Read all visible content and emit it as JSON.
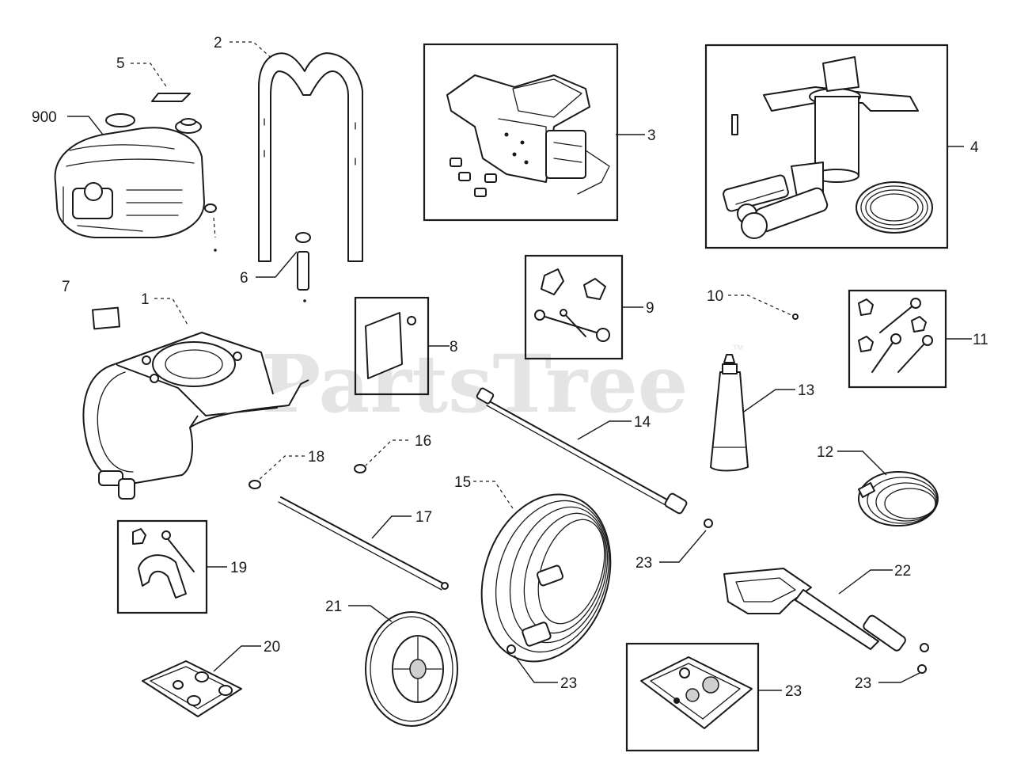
{
  "watermark": {
    "text": "PartsTree",
    "tm": "™"
  },
  "callouts": {
    "c900": "900",
    "c5": "5",
    "c2": "2",
    "c3": "3",
    "c4": "4",
    "c6": "6",
    "c7": "7",
    "c1": "1",
    "c8": "8",
    "c9": "9",
    "c10": "10",
    "c11": "11",
    "c13": "13",
    "c14": "14",
    "c12": "12",
    "c18": "18",
    "c16": "16",
    "c15": "15",
    "c17": "17",
    "c19": "19",
    "c23a": "23",
    "c22": "22",
    "c21": "21",
    "c20": "20",
    "c23b": "23",
    "c23c": "23",
    "c23d": "23"
  }
}
